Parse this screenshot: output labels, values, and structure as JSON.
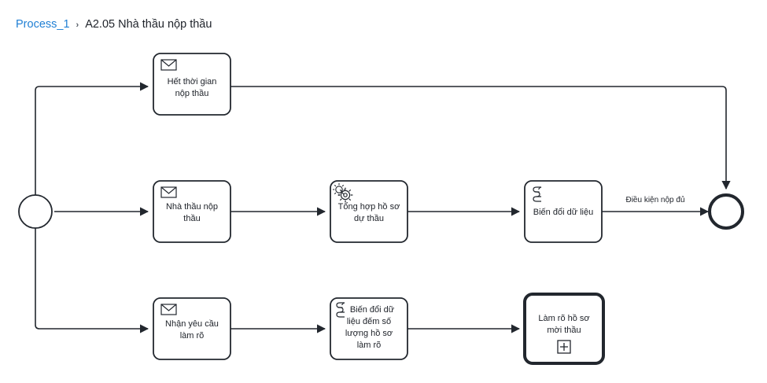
{
  "breadcrumb": {
    "root_label": "Process_1",
    "separator": "›",
    "current_label": "A2.05 Nhà thầu nộp thầu"
  },
  "diagram": {
    "type": "bpmn-process",
    "start_event": {
      "name": "start-event",
      "shape": "circle-thin"
    },
    "end_event": {
      "name": "end-event",
      "shape": "circle-thick"
    },
    "tasks": [
      {
        "id": "task-het-thoi-gian",
        "icon": "message-icon",
        "task_type": "receive-task",
        "lines": [
          "Hết thời gian",
          "nộp thầu"
        ]
      },
      {
        "id": "task-nha-thau-nop-thau",
        "icon": "message-icon",
        "task_type": "receive-task",
        "lines": [
          "Nhà thầu nộp",
          "thầu"
        ]
      },
      {
        "id": "task-tong-hop-ho-so",
        "icon": "gear-icon",
        "task_type": "service-task",
        "lines": [
          "Tổng hợp hồ sơ",
          "dự thầu"
        ]
      },
      {
        "id": "task-bien-doi-du-lieu",
        "icon": "script-icon",
        "task_type": "script-task",
        "lines": [
          "Biến đổi dữ liệu"
        ]
      },
      {
        "id": "task-nhan-yeu-cau-lam-ro",
        "icon": "message-icon",
        "task_type": "receive-task",
        "lines": [
          "Nhận yêu cầu",
          "làm rõ"
        ]
      },
      {
        "id": "task-bien-doi-du-lieu-dem-so-luong",
        "icon": "script-icon",
        "task_type": "script-task",
        "lines": [
          "Biến đổi dữ",
          "liệu đếm số",
          "lượng hồ sơ",
          "làm rõ"
        ]
      },
      {
        "id": "task-lam-ro-ho-so-moi-thau",
        "icon": "subprocess-plus-icon",
        "task_type": "call-activity",
        "lines": [
          "Làm rõ hồ sơ",
          "mời thầu"
        ]
      }
    ],
    "edge_labels": [
      {
        "id": "edge-label-dieu-kien-nop-du",
        "text": "Điều kiện nộp đủ"
      }
    ]
  },
  "colors": {
    "stroke": "#22272e",
    "link": "#1f7fd4",
    "text": "#20242b",
    "canvas": "#ffffff"
  }
}
